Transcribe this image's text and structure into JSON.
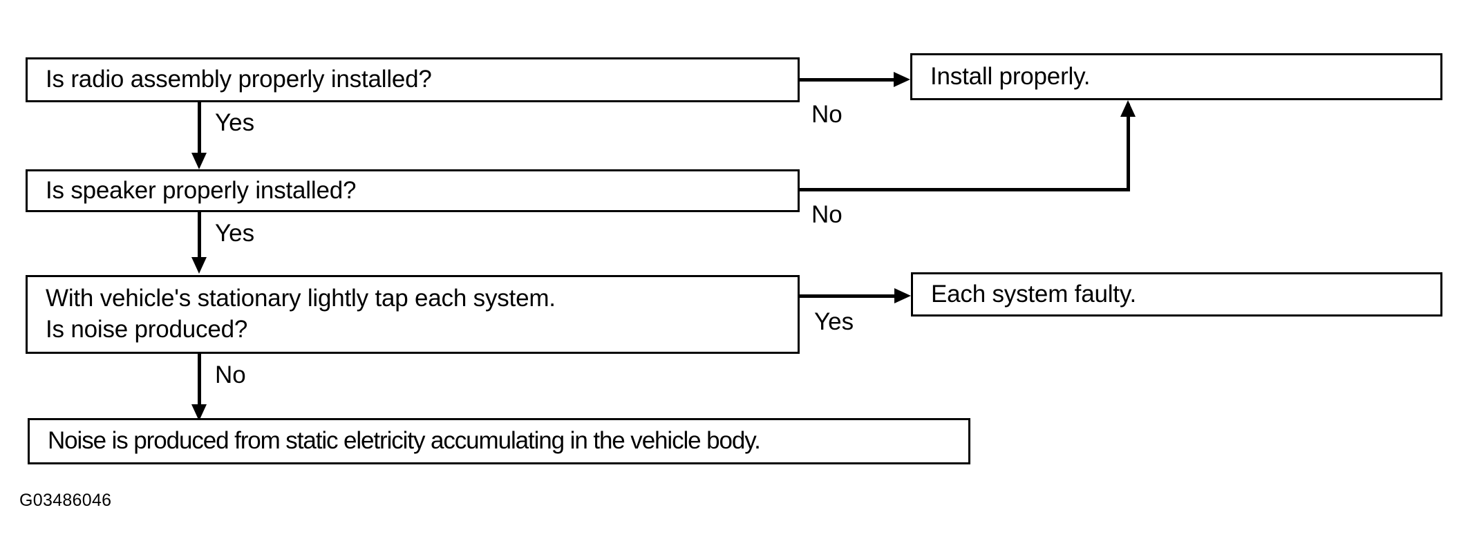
{
  "diagram": {
    "figure_code": "G03486046",
    "nodes": [
      {
        "id": "radio",
        "lines": [
          "Is radio assembly properly installed?"
        ]
      },
      {
        "id": "install",
        "lines": [
          "Install properly."
        ]
      },
      {
        "id": "speaker",
        "lines": [
          "Is speaker properly installed?"
        ]
      },
      {
        "id": "tap",
        "line1": "With vehicle's stationary lightly tap each system.",
        "line2": "Is noise produced?"
      },
      {
        "id": "faulty",
        "lines": [
          "Each system faulty."
        ]
      },
      {
        "id": "static",
        "lines": [
          "Noise is produced from static eletricity accumulating in the vehicle body."
        ]
      }
    ],
    "edges": [
      {
        "id": "radio-no",
        "label": "No"
      },
      {
        "id": "radio-yes",
        "label": "Yes"
      },
      {
        "id": "speaker-no",
        "label": "No"
      },
      {
        "id": "speaker-yes",
        "label": "Yes"
      },
      {
        "id": "tap-yes",
        "label": "Yes"
      },
      {
        "id": "tap-no",
        "label": "No"
      }
    ],
    "colors": {
      "stroke": "#000000",
      "background": "#ffffff",
      "text": "#000000"
    }
  }
}
